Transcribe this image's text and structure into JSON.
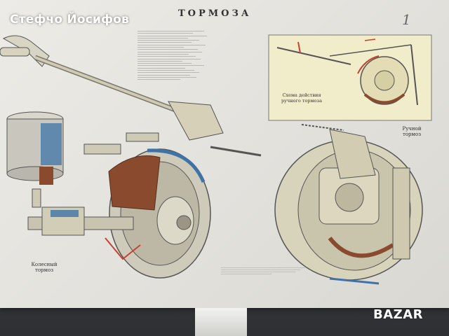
{
  "watermark": {
    "text": "Стефчо Йосифов"
  },
  "poster": {
    "title": "ТОРМОЗА",
    "sheet_number": "1",
    "scheme_caption": "Схема действия ручного тормоза",
    "hand_brake_caption": "Ручной тормоз",
    "wheel_brake_caption": "Колесный тормоз"
  },
  "site_logo": {
    "text": "BAZAR"
  },
  "colors": {
    "poster_bg": "#e5e4df",
    "inset_bg": "#f1ecc9",
    "metal": "#c9c4ac",
    "brake_lining": "#8a4a2e",
    "fluid_blue": "#3f73a8",
    "accent_red": "#c8412e"
  }
}
